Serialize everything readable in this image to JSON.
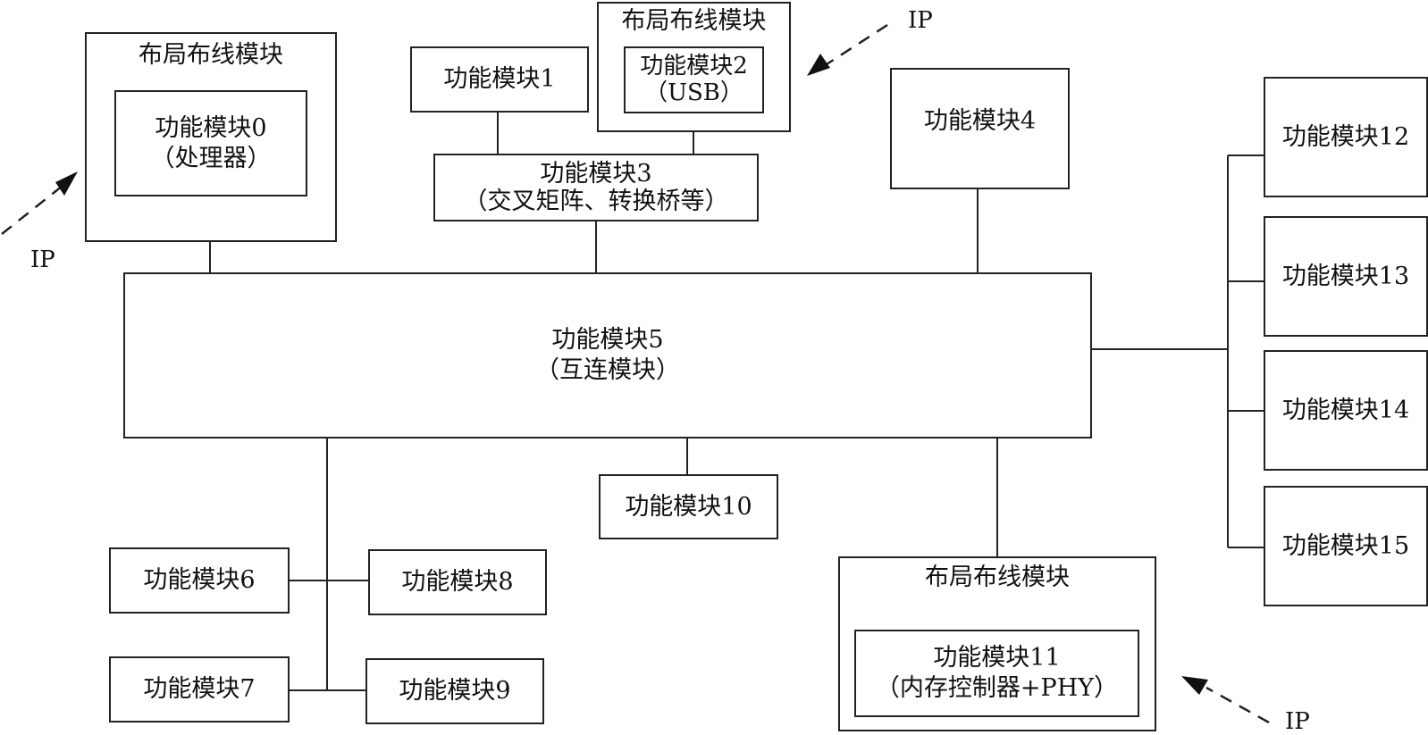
{
  "layout_label": "布局布线模块",
  "ip_label": "IP",
  "modules": {
    "m0": {
      "name": "功能模块0",
      "sub": "（处理器）"
    },
    "m1": {
      "name": "功能模块1"
    },
    "m2": {
      "name": "功能模块2",
      "sub": "（USB）"
    },
    "m3": {
      "name": "功能模块3",
      "sub": "（交叉矩阵、转换桥等）"
    },
    "m4": {
      "name": "功能模块4"
    },
    "m5": {
      "name": "功能模块5",
      "sub": "（互连模块）"
    },
    "m6": {
      "name": "功能模块6"
    },
    "m7": {
      "name": "功能模块7"
    },
    "m8": {
      "name": "功能模块8"
    },
    "m9": {
      "name": "功能模块9"
    },
    "m10": {
      "name": "功能模块10"
    },
    "m11": {
      "name": "功能模块11",
      "sub": "（内存控制器+PHY）"
    },
    "m12": {
      "name": "功能模块12"
    },
    "m13": {
      "name": "功能模块13"
    },
    "m14": {
      "name": "功能模块14"
    },
    "m15": {
      "name": "功能模块15"
    }
  }
}
